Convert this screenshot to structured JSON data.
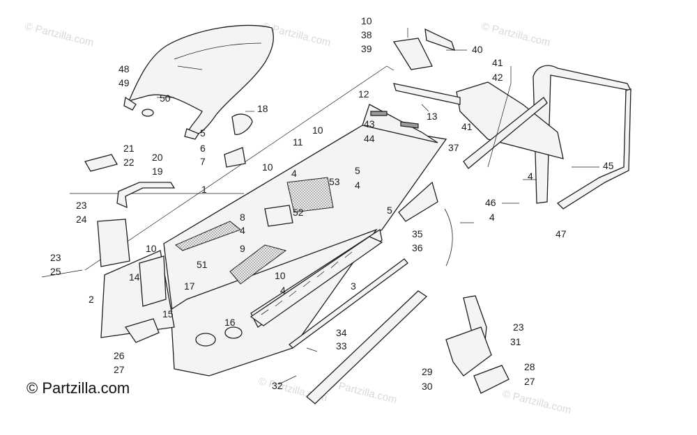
{
  "watermark": "© Partzilla.com",
  "copyright": "© Partzilla.com",
  "callouts": [
    {
      "id": "c1",
      "text": "1"
    },
    {
      "id": "c2",
      "text": "2"
    },
    {
      "id": "c3",
      "text": "3"
    },
    {
      "id": "c4a",
      "text": "4"
    },
    {
      "id": "c4b",
      "text": "4"
    },
    {
      "id": "c4c",
      "text": "4"
    },
    {
      "id": "c4d",
      "text": "4"
    },
    {
      "id": "c4e",
      "text": "4"
    },
    {
      "id": "c4f",
      "text": "4"
    },
    {
      "id": "c5a",
      "text": "5"
    },
    {
      "id": "c5b",
      "text": "5"
    },
    {
      "id": "c5c",
      "text": "5"
    },
    {
      "id": "c6",
      "text": "6"
    },
    {
      "id": "c7",
      "text": "7"
    },
    {
      "id": "c8",
      "text": "8"
    },
    {
      "id": "c9",
      "text": "9"
    },
    {
      "id": "c10a",
      "text": "10"
    },
    {
      "id": "c10b",
      "text": "10"
    },
    {
      "id": "c10c",
      "text": "10"
    },
    {
      "id": "c10d",
      "text": "10"
    },
    {
      "id": "c10e",
      "text": "10"
    },
    {
      "id": "c11",
      "text": "11"
    },
    {
      "id": "c12",
      "text": "12"
    },
    {
      "id": "c13",
      "text": "13"
    },
    {
      "id": "c14",
      "text": "14"
    },
    {
      "id": "c15",
      "text": "15"
    },
    {
      "id": "c16",
      "text": "16"
    },
    {
      "id": "c17",
      "text": "17"
    },
    {
      "id": "c18",
      "text": "18"
    },
    {
      "id": "c19",
      "text": "19"
    },
    {
      "id": "c20",
      "text": "20"
    },
    {
      "id": "c21",
      "text": "21"
    },
    {
      "id": "c22",
      "text": "22"
    },
    {
      "id": "c23a",
      "text": "23"
    },
    {
      "id": "c23b",
      "text": "23"
    },
    {
      "id": "c23c",
      "text": "23"
    },
    {
      "id": "c24",
      "text": "24"
    },
    {
      "id": "c25",
      "text": "25"
    },
    {
      "id": "c26",
      "text": "26"
    },
    {
      "id": "c27a",
      "text": "27"
    },
    {
      "id": "c27b",
      "text": "27"
    },
    {
      "id": "c28",
      "text": "28"
    },
    {
      "id": "c29",
      "text": "29"
    },
    {
      "id": "c30",
      "text": "30"
    },
    {
      "id": "c31",
      "text": "31"
    },
    {
      "id": "c32",
      "text": "32"
    },
    {
      "id": "c33",
      "text": "33"
    },
    {
      "id": "c34",
      "text": "34"
    },
    {
      "id": "c35",
      "text": "35"
    },
    {
      "id": "c36",
      "text": "36"
    },
    {
      "id": "c37",
      "text": "37"
    },
    {
      "id": "c38",
      "text": "38"
    },
    {
      "id": "c39",
      "text": "39"
    },
    {
      "id": "c40",
      "text": "40"
    },
    {
      "id": "c41a",
      "text": "41"
    },
    {
      "id": "c41b",
      "text": "41"
    },
    {
      "id": "c42",
      "text": "42"
    },
    {
      "id": "c43",
      "text": "43"
    },
    {
      "id": "c44",
      "text": "44"
    },
    {
      "id": "c45",
      "text": "45"
    },
    {
      "id": "c46",
      "text": "46"
    },
    {
      "id": "c47",
      "text": "47"
    },
    {
      "id": "c48",
      "text": "48"
    },
    {
      "id": "c49",
      "text": "49"
    },
    {
      "id": "c50",
      "text": "50"
    },
    {
      "id": "c51",
      "text": "51"
    },
    {
      "id": "c52",
      "text": "52"
    },
    {
      "id": "c53",
      "text": "53"
    }
  ]
}
